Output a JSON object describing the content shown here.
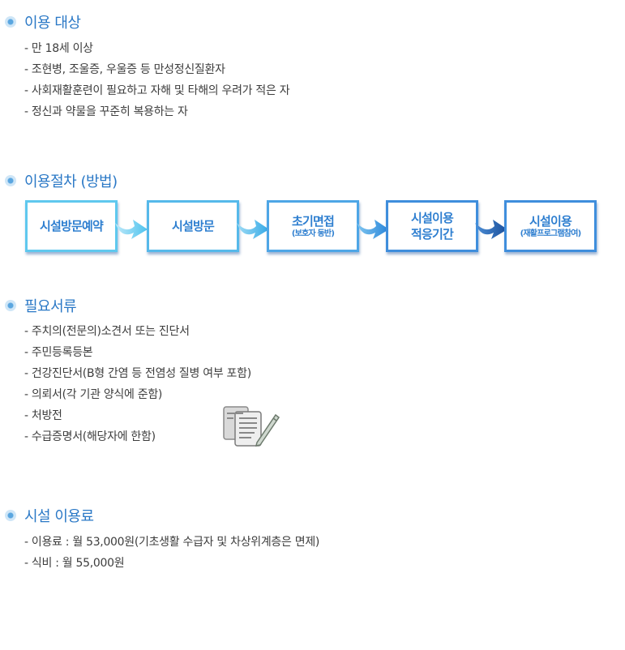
{
  "sections": {
    "target": {
      "title": "이용 대상",
      "items": [
        "- 만 18세 이상",
        "- 조현병, 조울증, 우울증 등 만성정신질환자",
        "- 사회재활훈련이 필요하고 자해 및 타해의 우려가 적은 자",
        "- 정신과 약물을 꾸준히 복용하는 자"
      ]
    },
    "procedure": {
      "title": "이용절차 (방법)",
      "steps": [
        {
          "main": "시설방문예약",
          "sub": ""
        },
        {
          "main": "시설방문",
          "sub": ""
        },
        {
          "main": "초기면접",
          "sub": "(보호자 동반)"
        },
        {
          "main": "시설이용\n적응기간",
          "sub": ""
        },
        {
          "main": "시설이용",
          "sub": "(재활프로그램참여)"
        }
      ]
    },
    "documents": {
      "title": "필요서류",
      "items": [
        "- 주치의(전문의)소견서 또는 진단서",
        "- 주민등록등본",
        "- 건강진단서(B형 간염 등 전염성 질병 여부 포함)",
        "- 의뢰서(각 기관 양식에 준함)",
        "- 처방전",
        "- 수급증명서(해당자에 한함)"
      ],
      "icon": "document-pen-icon"
    },
    "fees": {
      "title": "시설 이용료",
      "items": [
        "- 이용료 : 월 53,000원(기초생활 수급자 및 차상위계층은 면제)",
        "- 식비 : 월 55,000원"
      ]
    }
  },
  "colors": {
    "title": "#2a78c6",
    "step_borders": [
      "#5fc8ee",
      "#56b9ea",
      "#4ea6e6",
      "#3f8edc",
      "#3f8edc"
    ],
    "step_text": "#2f7fd0"
  }
}
